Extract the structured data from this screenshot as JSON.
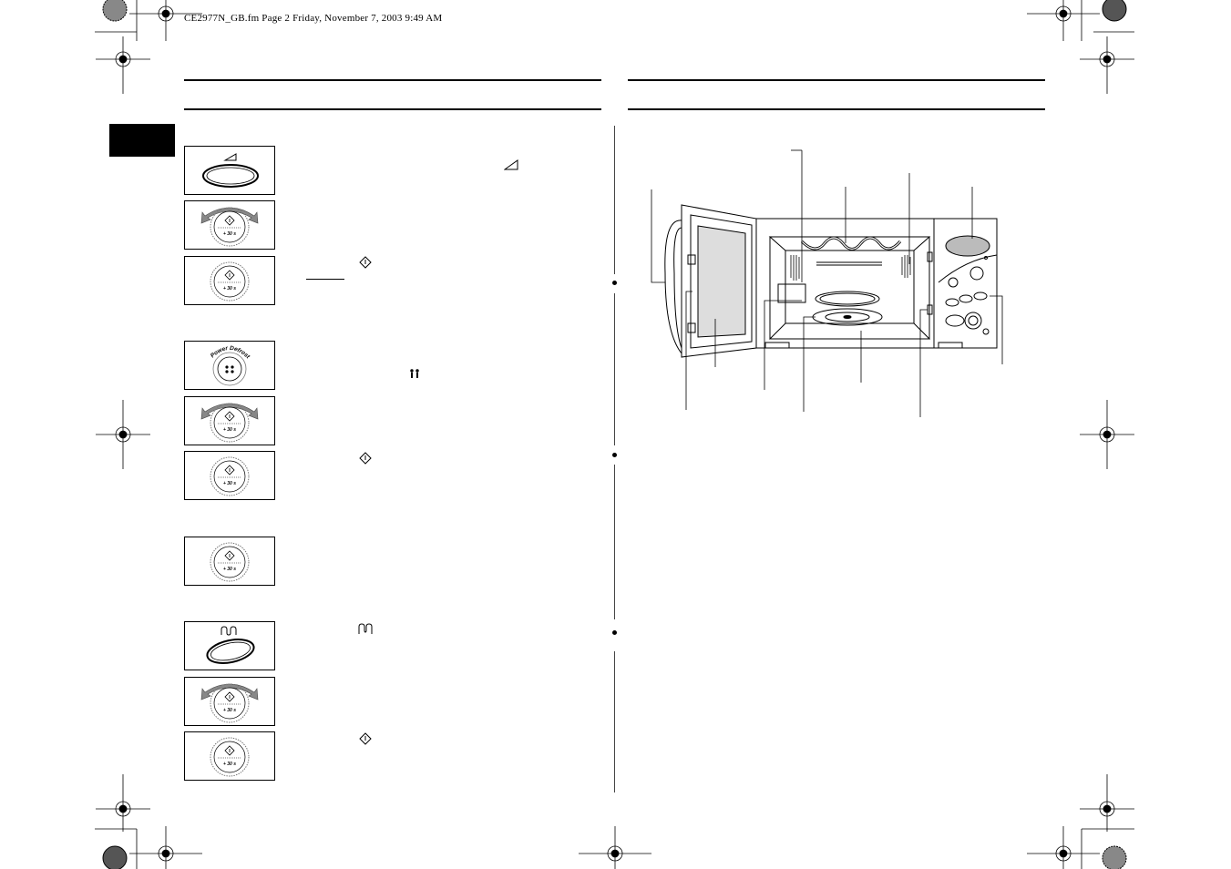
{
  "header": {
    "file_info": "CE2977N_GB.fm  Page 2  Friday, November 7, 2003  9:49 AM"
  },
  "left_column": {
    "panels": [
      {
        "kind": "oval-button",
        "icon": "defrost-triangle-icon"
      },
      {
        "kind": "dial",
        "arrows": true,
        "text": "+30 s"
      },
      {
        "kind": "dial",
        "arrows": false,
        "text": "+30 s"
      },
      {
        "kind": "power-defrost-button",
        "label": "Power Defrost"
      },
      {
        "kind": "dial",
        "arrows": true,
        "text": "+30 s"
      },
      {
        "kind": "dial",
        "arrows": false,
        "text": "+30 s"
      },
      {
        "kind": "dial",
        "arrows": false,
        "text": "+30 s"
      },
      {
        "kind": "oval-button",
        "icon": "grill-icon"
      },
      {
        "kind": "dial",
        "arrows": true,
        "text": "+30 s"
      },
      {
        "kind": "dial",
        "arrows": false,
        "text": "+30 s"
      }
    ],
    "inline_symbols": [
      "defrost-triangle-icon",
      "start-diamond-icon",
      "power-defrost-icon",
      "start-diamond-icon",
      "grill-icon",
      "start-diamond-icon"
    ]
  },
  "right_column": {
    "illustration": "microwave-oven-open-door"
  },
  "colors": {
    "ink": "#000000",
    "panel_border": "#000000",
    "dial_grey": "#999999"
  }
}
